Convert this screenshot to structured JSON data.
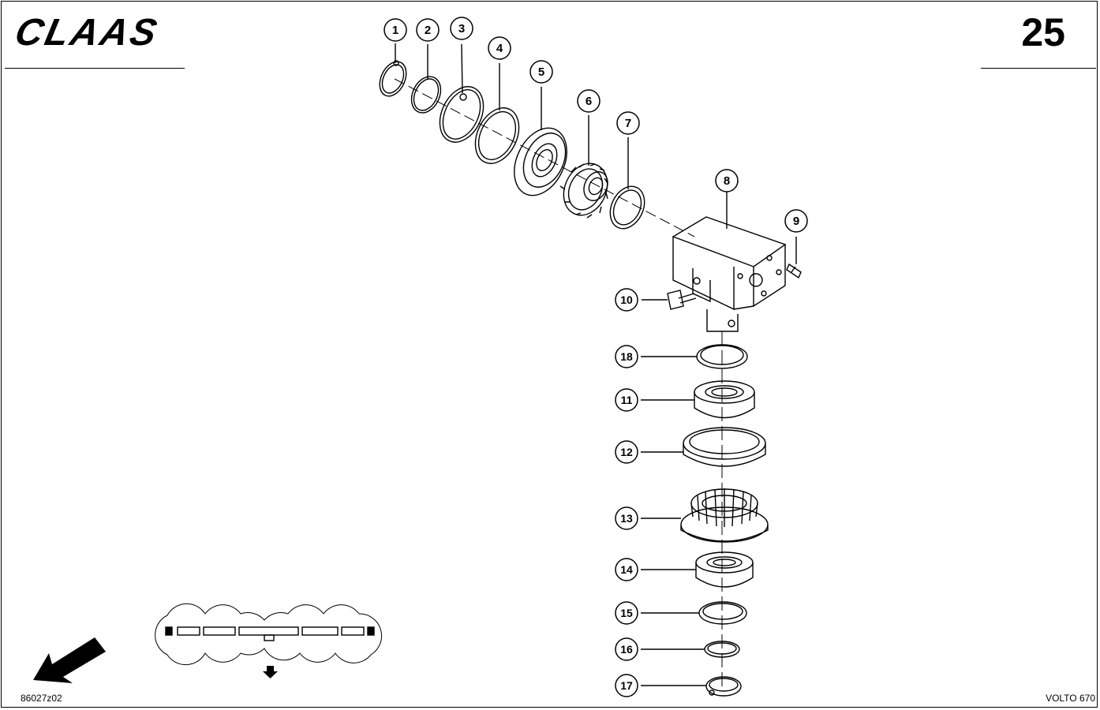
{
  "header": {
    "brand": "CLAAS",
    "page_number": "25"
  },
  "footer": {
    "drawing_code": "86027z02",
    "model": "VOLTO 670"
  },
  "callouts": [
    "1",
    "2",
    "3",
    "4",
    "5",
    "6",
    "7",
    "8",
    "9",
    "10",
    "18",
    "11",
    "12",
    "13",
    "14",
    "15",
    "16",
    "17"
  ]
}
